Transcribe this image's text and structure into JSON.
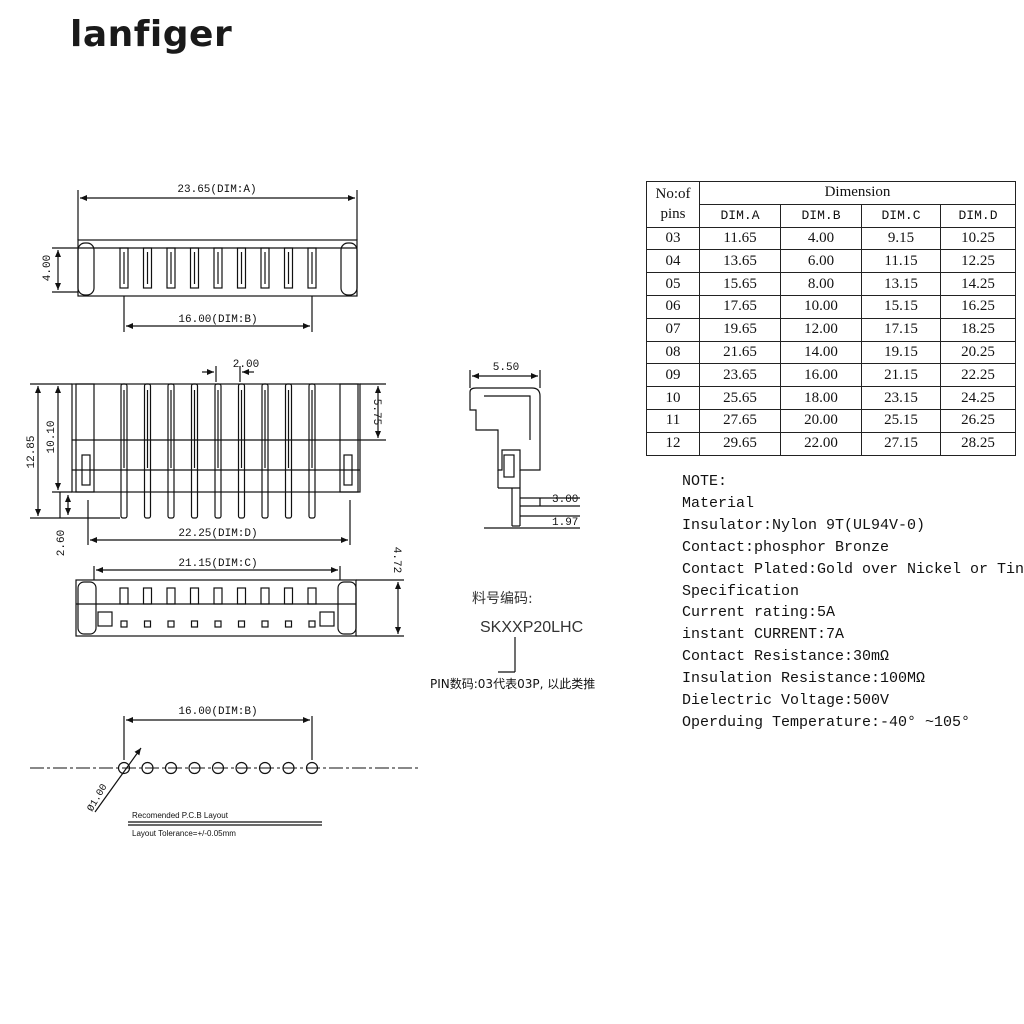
{
  "brand": "lanfiger",
  "top_view": {
    "dim_a": "23.65(DIM:A)",
    "height": "4.00",
    "dim_b": "16.00(DIM:B)"
  },
  "front_view": {
    "pitch": "2.00",
    "overall_height": "12.85",
    "body_height": "10.10",
    "pin_top": "5.75",
    "pin_below": "2.60",
    "dim_d": "22.25(DIM:D)"
  },
  "bottom_view": {
    "dim_c": "21.15(DIM:C)",
    "height": "4.72"
  },
  "side_view": {
    "width": "5.50",
    "tail": "3.00",
    "tail2": "1.97"
  },
  "part_number": {
    "label": "料号编码:",
    "code": "SKXXP20LHC",
    "pin_note": "PIN数码:03代表03P, 以此类推"
  },
  "pcb_layout": {
    "dim_b": "16.00(DIM:B)",
    "hole": "Ø1.00",
    "title": "Recomended P.C.B Layout",
    "tolerance": "Layout Tolerance=+/-0.05mm"
  },
  "table": {
    "head_no": "No:of",
    "head_pins": "pins",
    "head_dimension": "Dimension",
    "columns": [
      "DIM.A",
      "DIM.B",
      "DIM.C",
      "DIM.D"
    ],
    "rows": [
      [
        "03",
        "11.65",
        "4.00",
        "9.15",
        "10.25"
      ],
      [
        "04",
        "13.65",
        "6.00",
        "11.15",
        "12.25"
      ],
      [
        "05",
        "15.65",
        "8.00",
        "13.15",
        "14.25"
      ],
      [
        "06",
        "17.65",
        "10.00",
        "15.15",
        "16.25"
      ],
      [
        "07",
        "19.65",
        "12.00",
        "17.15",
        "18.25"
      ],
      [
        "08",
        "21.65",
        "14.00",
        "19.15",
        "20.25"
      ],
      [
        "09",
        "23.65",
        "16.00",
        "21.15",
        "22.25"
      ],
      [
        "10",
        "25.65",
        "18.00",
        "23.15",
        "24.25"
      ],
      [
        "11",
        "27.65",
        "20.00",
        "25.15",
        "26.25"
      ],
      [
        "12",
        "29.65",
        "22.00",
        "27.15",
        "28.25"
      ]
    ]
  },
  "notes": [
    "NOTE:",
    "Material",
    "Insulator:Nylon 9T(UL94V-0)",
    "Contact:phosphor Bronze",
    "Contact Plated:Gold over Nickel or Tin",
    "Specification",
    "Current rating:5A",
    "instant CURRENT:7A",
    "Contact Resistance:30mΩ",
    "Insulation Resistance:100MΩ",
    "Dielectric Voltage:500V",
    "Operduing Temperature:-40° ~105°"
  ]
}
